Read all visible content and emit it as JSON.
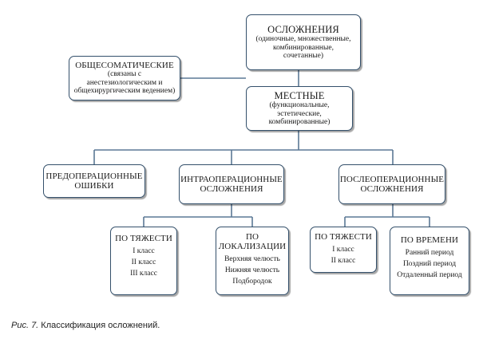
{
  "root": {
    "title": "ОСЛОЖНЕНИЯ",
    "lines": [
      "(одиночные, множественные,",
      "комбинированные,",
      "сочетанные)"
    ]
  },
  "general": {
    "title": "ОБЩЕСОМАТИЧЕСКИЕ",
    "lines": [
      "(связаны с",
      "анестезиологическим и",
      "общехирургическим ведением)"
    ]
  },
  "local": {
    "title": "МЕСТНЫЕ",
    "lines": [
      "(функциональные,",
      "эстетические,",
      "комбинированные)"
    ]
  },
  "preop": {
    "title_lines": [
      "ПРЕДОПЕРАЦИОННЫЕ",
      "ОШИБКИ"
    ]
  },
  "intraop": {
    "title_lines": [
      "ИНТРАОПЕРАЦИОННЫЕ",
      "ОСЛОЖНЕНИЯ"
    ]
  },
  "postop": {
    "title_lines": [
      "ПОСЛЕОПЕРАЦИОННЫЕ",
      "ОСЛОЖНЕНИЯ"
    ]
  },
  "intra_severity": {
    "title": "ПО ТЯЖЕСТИ",
    "items": [
      "I класс",
      "II класс",
      "III класс"
    ]
  },
  "intra_location": {
    "title_lines": [
      "ПО",
      "ЛОКАЛИЗАЦИИ"
    ],
    "items": [
      "Верхняя челюсть",
      "Нижняя челюсть",
      "Подбородок"
    ]
  },
  "post_severity": {
    "title": "ПО ТЯЖЕСТИ",
    "items": [
      "I класс",
      "II класс"
    ]
  },
  "post_time": {
    "title": "ПО ВРЕМЕНИ",
    "items": [
      "Ранний период",
      "Поздний период",
      "Отдаленный период"
    ]
  },
  "caption": {
    "label": "Рис. 7.",
    "text": " Классификация осложнений."
  }
}
